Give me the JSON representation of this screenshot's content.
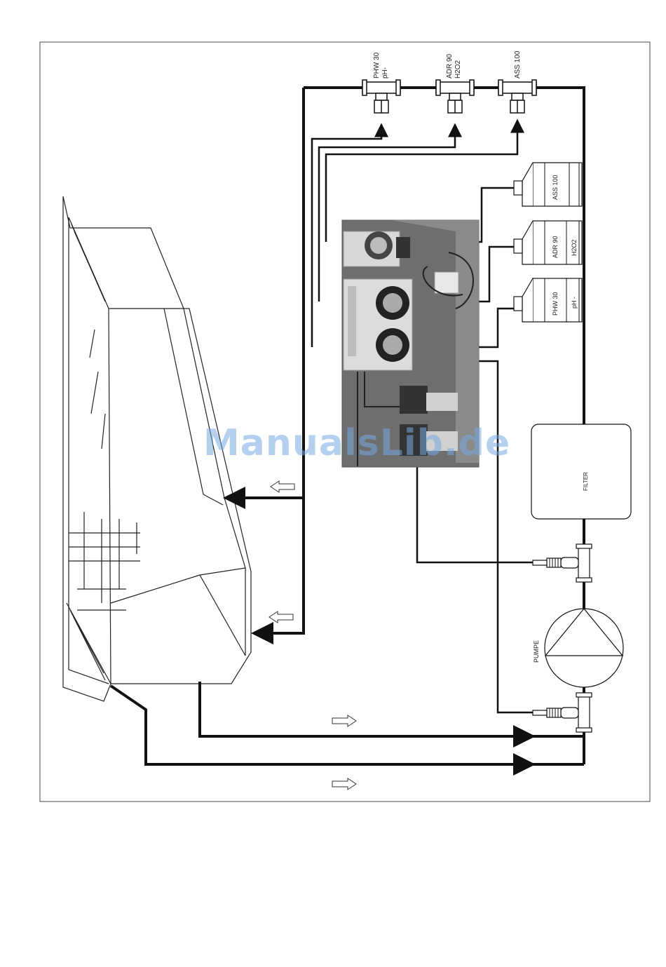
{
  "labels": {
    "injector_1_top": "PHW 30",
    "injector_1_bot": "pH-",
    "injector_2_top": "ADR 90",
    "injector_2_bot": "H2O2",
    "injector_3": "ASS 100",
    "tank_ass": "ASS 100",
    "tank_adr_top": "ADR 90",
    "tank_adr_bot": "H2O2",
    "tank_phw_top": "PHW 30",
    "tank_phw_bot": "pH -",
    "filter": "FILTER",
    "pump": "PUMPE"
  },
  "watermark": "ManualsLib.de",
  "colors": {
    "line": "#111111",
    "watermark": "#8ab4e6"
  }
}
